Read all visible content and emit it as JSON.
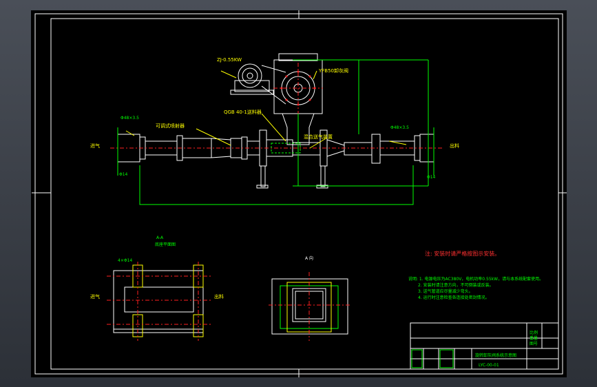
{
  "labels": {
    "gear_motor": "ZJ-0.55KW",
    "rotary_feeder": "YFB50卸灰阀",
    "distributor_a": "可调式喷射器",
    "distributor_b": "QGB 40-1送料器",
    "mixing_chamber": "混合送气装置",
    "air_inlet_left": "进气",
    "outlet_right": "出料",
    "tag_left_top": "Φ48×3.5",
    "tag_left_bottom": "Φ14",
    "tag_right_top": "Φ48×3.5",
    "tag_right_bottom": "Φ14",
    "section_a_title": "A-A",
    "section_a_sub": "底座平面图",
    "section_a_left": "进气",
    "section_a_right": "出料",
    "section_a_tag": "4×Φ14",
    "section_b_title": "A 向"
  },
  "notes": {
    "title": "注: 安装时请严格按图示安装。",
    "lines": [
      "说明: 1. 电源电压为AC380V，电机功率0.55kW，请与本系统配套使用。",
      "2. 安装时请注意方向，不可倒装或反装。",
      "3. 送气管道应尽量减少弯头。",
      "4. 运行时注意检查各连接处密封情况。"
    ]
  },
  "title_block": {
    "drawing_name": "旋转卸灰阀系统示意图",
    "drawing_no": "LYC-00-01",
    "right_col": [
      "比例",
      "重量",
      "图号"
    ]
  },
  "colors": {
    "background": "#000000",
    "frame": "#ffffff",
    "outline": "#00ff00",
    "centerline": "#ff2020",
    "annotation": "#ffff00"
  }
}
